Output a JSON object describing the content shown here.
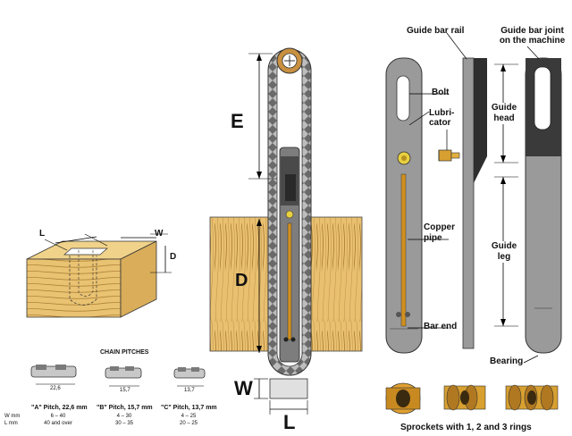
{
  "left_block": {
    "dim_L": "L",
    "dim_W": "W",
    "dim_D": "D"
  },
  "chain_pitches": {
    "title": "CHAIN PITCHES",
    "pitch_readouts": [
      "22,6",
      "15,7",
      "13,7"
    ],
    "row_labels": [
      "W mm",
      "L  mm"
    ],
    "columns": [
      {
        "heading": "\"A\" Pitch, 22,6 mm",
        "w_range": "6 – 40",
        "l_range": "40 and over"
      },
      {
        "heading": "\"B\" Pitch, 15,7 mm",
        "w_range": "4 – 30",
        "l_range": "30 – 35"
      },
      {
        "heading": "\"C\" Pitch, 13,7 mm",
        "w_range": "4 – 25",
        "l_range": "20 – 25"
      }
    ]
  },
  "center_saw": {
    "dim_E": "E",
    "dim_D": "D",
    "dim_W": "W",
    "dim_L": "L"
  },
  "guide_bar": {
    "labels": {
      "guide_bar_rail": "Guide bar rail",
      "guide_bar_joint": "Guide bar joint\non the machine",
      "bolt": "Bolt",
      "lubricator": "Lubri-\ncator",
      "guide_head": "Guide\nhead",
      "copper_pipe": "Copper\npipe",
      "guide_leg": "Guide\nleg",
      "bar_end": "Bar end",
      "bearing": "Bearing"
    },
    "sprockets_caption": "Sprockets with 1, 2 and 3 rings"
  },
  "colors": {
    "wood": "#e8c070",
    "wood_grain": "#9a6a20",
    "bar_gray": "#9a9a9a",
    "bar_dark": "#3a3a3a",
    "copper": "#d09020",
    "brass": "#d8a030"
  }
}
